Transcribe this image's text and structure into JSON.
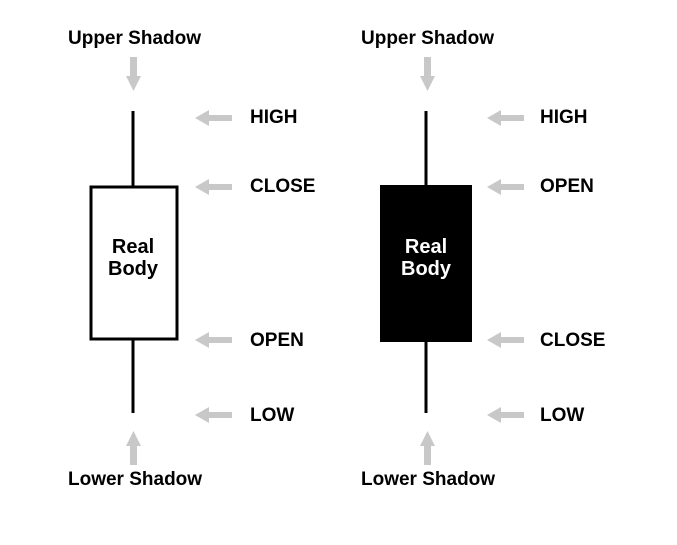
{
  "colors": {
    "arrow": "#c8c8c8",
    "line": "#000000",
    "bullish_body_fill": "#ffffff",
    "bearish_body_fill": "#000000"
  },
  "candles": [
    {
      "kind": "bullish",
      "upper_shadow": "Upper Shadow",
      "lower_shadow": "Lower Shadow",
      "body": [
        "Real",
        "Body"
      ],
      "levels": [
        "HIGH",
        "CLOSE",
        "OPEN",
        "LOW"
      ]
    },
    {
      "kind": "bearish",
      "upper_shadow": "Upper Shadow",
      "lower_shadow": "Lower Shadow",
      "body": [
        "Real",
        "Body"
      ],
      "levels": [
        "HIGH",
        "OPEN",
        "CLOSE",
        "LOW"
      ]
    }
  ]
}
